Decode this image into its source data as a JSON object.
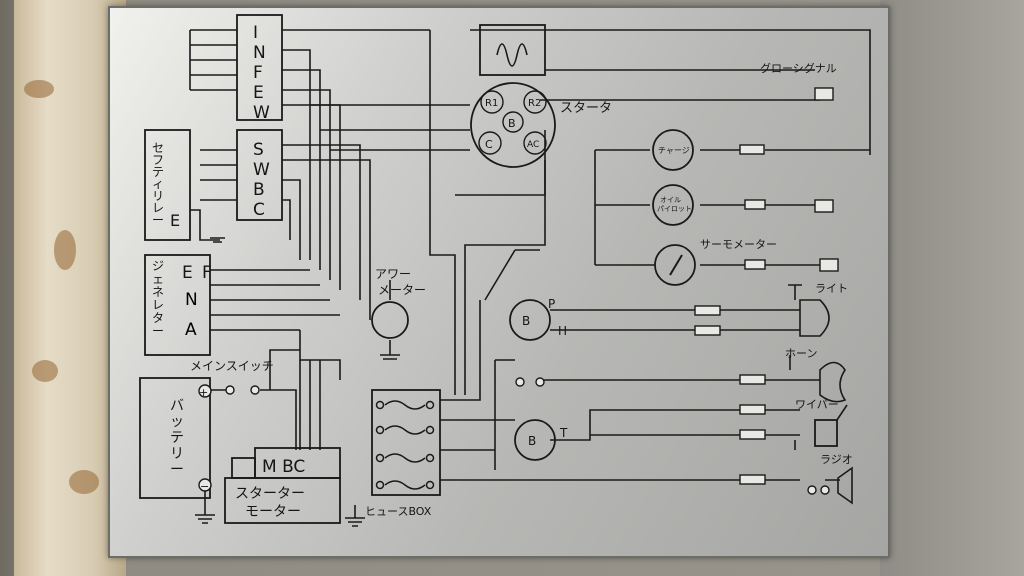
{
  "components": {
    "infew": "INFEW",
    "swbc": "SWBC",
    "efna": "EFNA",
    "mbc": "M BC",
    "safety_relay": "セフティリレー",
    "safety_relay_terminal": "E",
    "generator": "ジェネレター",
    "main_switch": "メインスイッチ",
    "battery": "バッテリー",
    "battery_plus": "+",
    "battery_minus": "−",
    "starter_motor": "スターター\nモーター",
    "fuse_box": "ヒュースBOX",
    "hour_meter": "アワー\nメーター",
    "starter": "スタータ",
    "starter_terminals": [
      "R1",
      "R2",
      "B",
      "C",
      "AC"
    ],
    "glow_signal": "グローシグナル",
    "charge_lamp": "チャージ",
    "oil_pilot": "オイル\nパイロット",
    "thermo_meter": "サーモメーター",
    "light": "ライト",
    "horn": "ホーン",
    "wiper": "ワイパー",
    "radio": "ラジオ",
    "light_switch_terminals": [
      "B",
      "P",
      "H"
    ],
    "wiper_switch_terminals": [
      "B",
      "T"
    ]
  },
  "colors": {
    "line": "#1a1a1a",
    "plate": "#c8c9c6"
  }
}
